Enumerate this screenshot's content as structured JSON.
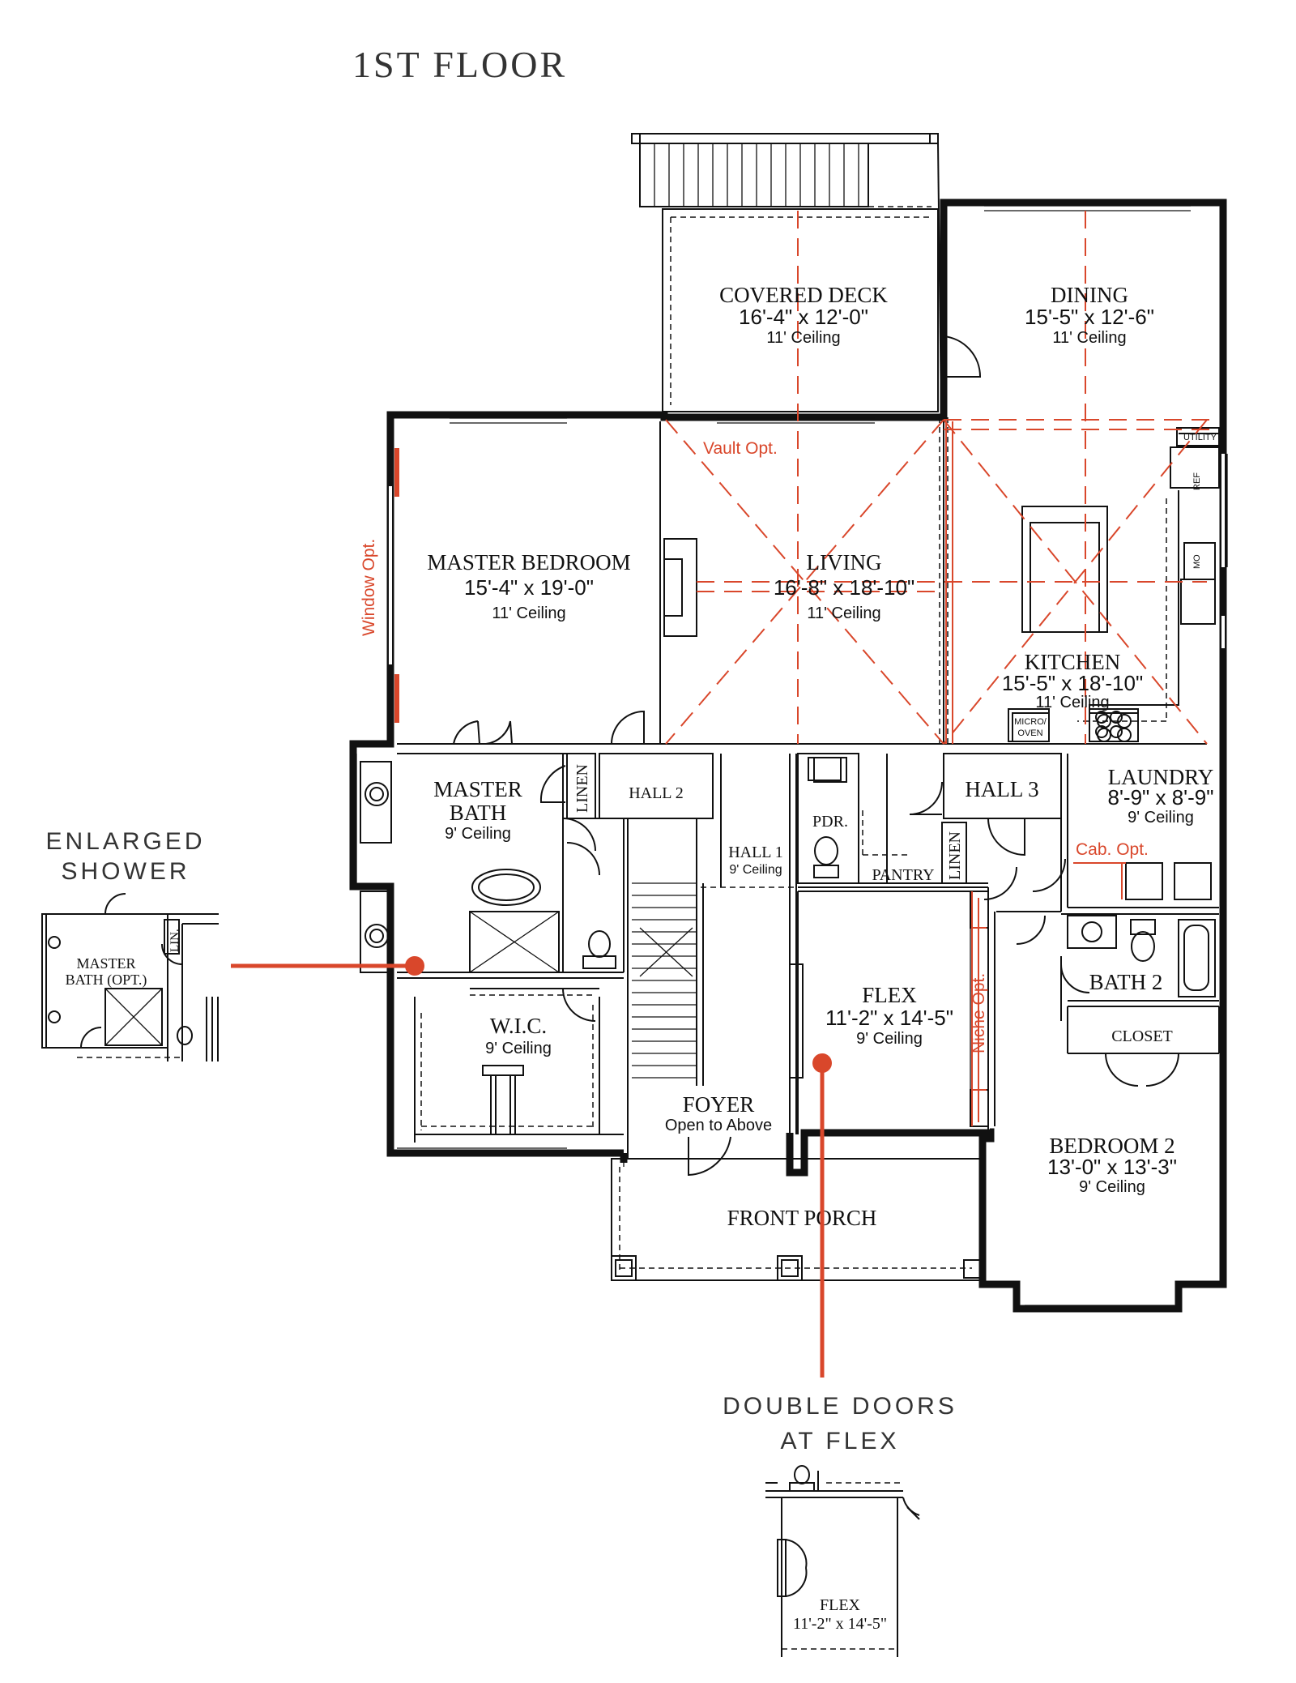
{
  "title": "1ST FLOOR",
  "rooms": {
    "covered_deck": {
      "name": "COVERED DECK",
      "dims": "16'-4\" x 12'-0\"",
      "ceiling": "11' Ceiling"
    },
    "dining": {
      "name": "DINING",
      "dims": "15'-5\" x 12'-6\"",
      "ceiling": "11' Ceiling"
    },
    "master_bedroom": {
      "name": "MASTER BEDROOM",
      "dims": "15'-4\" x 19'-0\"",
      "ceiling": "11' Ceiling"
    },
    "living": {
      "name": "LIVING",
      "dims": "16'-8\" x 18'-10\"",
      "ceiling": "11' Ceiling"
    },
    "kitchen": {
      "name": "KITCHEN",
      "dims": "15'-5\" x 18'-10\"",
      "ceiling": "11' Ceiling"
    },
    "master_bath": {
      "name_line1": "MASTER",
      "name_line2": "BATH",
      "ceiling": "9' Ceiling"
    },
    "hall2": {
      "name": "HALL 2"
    },
    "hall1": {
      "name": "HALL 1",
      "ceiling": "9' Ceiling"
    },
    "pdr": {
      "name": "PDR."
    },
    "pantry": {
      "name": "PANTRY"
    },
    "hall3": {
      "name": "HALL 3"
    },
    "laundry": {
      "name": "LAUNDRY",
      "dims": "8'-9\" x 8'-9\"",
      "ceiling": "9' Ceiling"
    },
    "wic": {
      "name": "W.I.C.",
      "ceiling": "9' Ceiling"
    },
    "flex": {
      "name": "FLEX",
      "dims": "11'-2\" x 14'-5\"",
      "ceiling": "9' Ceiling"
    },
    "foyer": {
      "name": "FOYER",
      "note": "Open to Above"
    },
    "bath2": {
      "name": "BATH 2"
    },
    "closet": {
      "name": "CLOSET"
    },
    "bedroom2": {
      "name": "BEDROOM 2",
      "dims": "13'-0\" x 13'-3\"",
      "ceiling": "9' Ceiling"
    },
    "front_porch": {
      "name": "FRONT PORCH"
    }
  },
  "fixtures": {
    "linen": "LINEN",
    "utility": "UTILITY",
    "ref": "REF",
    "mo": "MO",
    "micro1": "MICRO/",
    "micro2": "OVEN"
  },
  "options": {
    "vault": "Vault Opt.",
    "window": "Window Opt.",
    "niche": "Niche Opt.",
    "cab": "Cab. Opt."
  },
  "callouts": {
    "enlarged_shower_line1": "ENLARGED",
    "enlarged_shower_line2": "SHOWER",
    "double_doors_line1": "DOUBLE DOORS",
    "double_doors_line2": "AT FLEX"
  },
  "inset_shower": {
    "name_line1": "MASTER",
    "name_line2": "BATH (OPT.)",
    "lin": "LIN."
  },
  "inset_flex": {
    "name": "FLEX",
    "dims": "11'-2\" x 14'-5\""
  },
  "colors": {
    "accent": "#d9472b",
    "ink": "#111111",
    "callout_text": "#333333"
  }
}
